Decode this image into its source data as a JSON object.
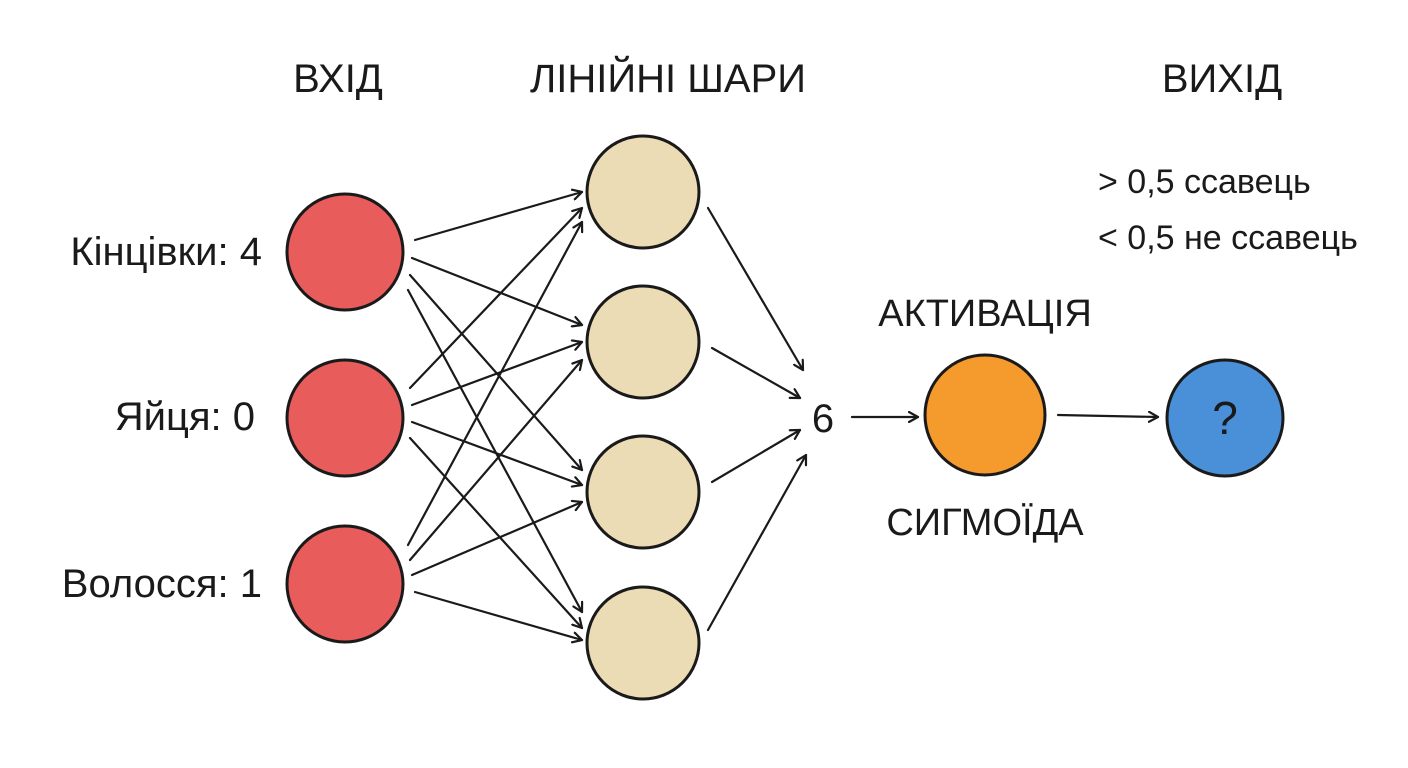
{
  "headers": {
    "input": "ВХІД",
    "linear": "ЛІНІЙНІ ШАРИ",
    "output": "ВИХІД"
  },
  "inputs": [
    {
      "label": "Кінцівки: 4"
    },
    {
      "label": "Яйця: 0"
    },
    {
      "label": "Волосся: 1"
    }
  ],
  "sum_value": "6",
  "activation": {
    "title": "АКТИВАЦІЯ",
    "function": "СИГМОЇДА"
  },
  "output_node": {
    "symbol": "?"
  },
  "rules": {
    "above": "> 0,5 ссавець",
    "below": "< 0,5 не ссавець"
  },
  "colors": {
    "input_node": "#e85c5c",
    "hidden_node": "#ecdcb6",
    "activation_node": "#f59a2c",
    "output_node": "#4a90d9",
    "stroke": "#1a1a1a"
  }
}
